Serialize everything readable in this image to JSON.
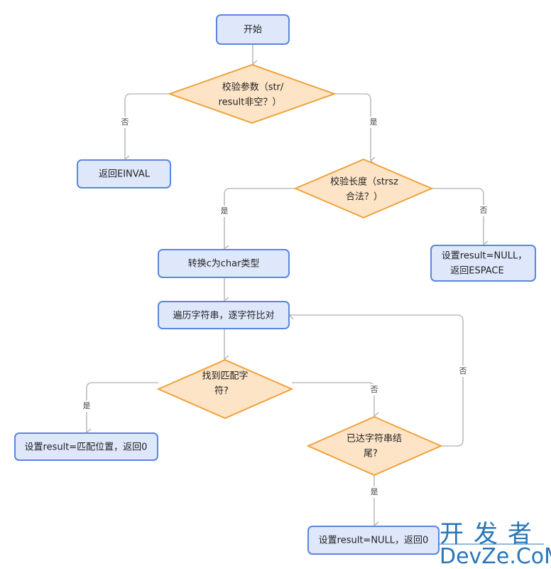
{
  "nodes": {
    "start": "开始",
    "check_params_1": "校验参数（str/",
    "check_params_2": "result非空？）",
    "einval": "返回EINVAL",
    "check_len_1": "校验长度（strsz",
    "check_len_2": "合法？）",
    "espace_1": "设置result=NULL，",
    "espace_2": "返回ESPACE",
    "convert": "转换c为char类型",
    "loop": "遍历字符串，逐字符比对",
    "found_1": "找到匹配字",
    "found_2": "符?",
    "found_result": "设置result=匹配位置，返回0",
    "end_check_1": "已达字符串结",
    "end_check_2": "尾?",
    "not_found": "设置result=NULL，返回0"
  },
  "edges": {
    "yes": "是",
    "no": "否"
  },
  "watermark": {
    "line1": "开发者",
    "line2": "DevZe.CoM"
  },
  "colors": {
    "process_fill": "#dfe7fb",
    "process_stroke": "#5a86df",
    "decision_fill": "#fde4c6",
    "decision_stroke": "#f0a23a",
    "edge": "#bdbdbd"
  }
}
